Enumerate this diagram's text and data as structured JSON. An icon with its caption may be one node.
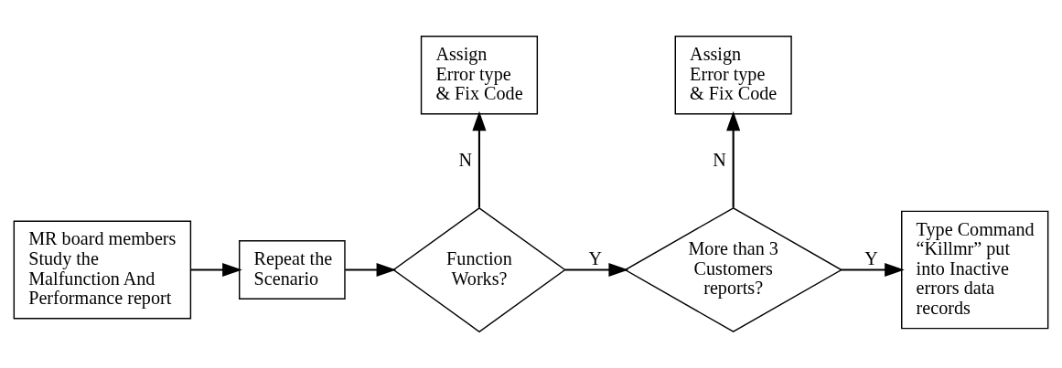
{
  "diagram": {
    "nodes": [
      {
        "text": [
          "MR board members Study the Malfunction And Performance report"
        ]
      },
      {
        "text": [
          "Repeat the Scenario"
        ]
      },
      {
        "text": [
          "Function Works?"
        ]
      },
      {
        "text": [
          "Assign Error type & Fix Code"
        ]
      },
      {
        "text": [
          "More than 3 Customers reports?"
        ]
      },
      {
        "text": [
          "Assign Error type & Fix Code"
        ]
      },
      {
        "text": [
          "Type Command “Killmr” put into Inactive errors data records"
        ]
      }
    ],
    "edges": [
      {
        "from": 0,
        "to": 1,
        "arrow": "to"
      },
      {
        "from": 1,
        "to": 2,
        "arrow": "to"
      },
      {
        "from": 2,
        "to": 3,
        "arrow": "to",
        "label": "N"
      },
      {
        "from": 2,
        "to": 4,
        "arrow": "to",
        "label": "Y"
      },
      {
        "from": 4,
        "to": 5,
        "arrow": "to",
        "label": "N"
      },
      {
        "from": 4,
        "to": 6,
        "arrow": "to",
        "label": "Y"
      }
    ]
  }
}
